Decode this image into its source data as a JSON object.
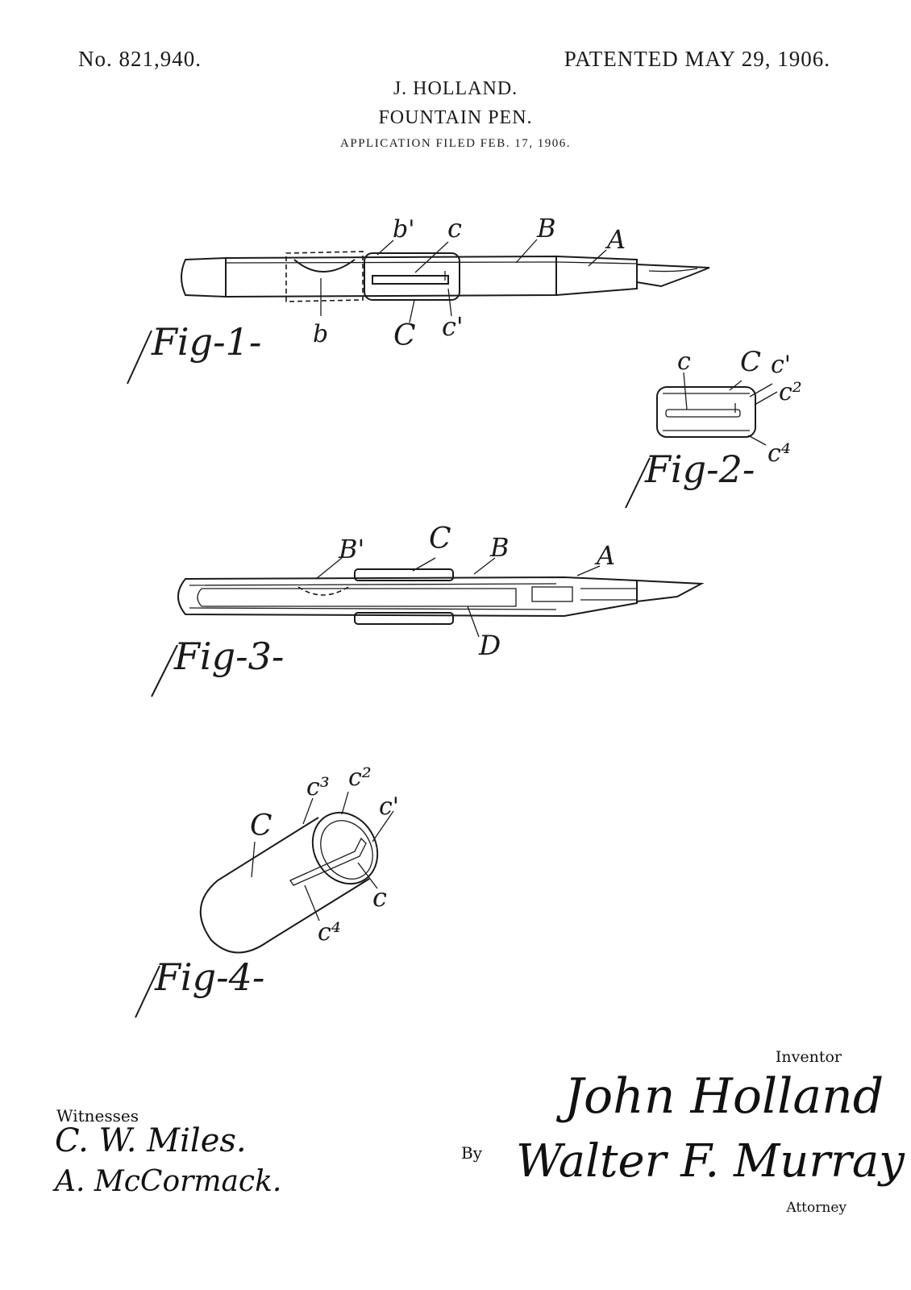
{
  "header": {
    "patent_number": "No. 821,940.",
    "patent_date": "PATENTED MAY 29, 1906.",
    "inventor": "J. HOLLAND.",
    "title": "FOUNTAIN PEN.",
    "filed": "APPLICATION FILED FEB. 17, 1906."
  },
  "figures": {
    "fig1": {
      "caption": "Fig-1-",
      "labels": {
        "b_prime": "b'",
        "c": "c",
        "B": "B",
        "A": "A",
        "b": "b",
        "C": "C",
        "c_prime": "c'"
      }
    },
    "fig2": {
      "caption": "Fig-2-",
      "labels": {
        "c": "c",
        "C": "C",
        "c_prime": "c'",
        "c2": "c²",
        "c4": "c⁴"
      }
    },
    "fig3": {
      "caption": "Fig-3-",
      "labels": {
        "B_prime": "B'",
        "C": "C",
        "B": "B",
        "A": "A",
        "D": "D"
      }
    },
    "fig4": {
      "caption": "Fig-4-",
      "labels": {
        "C": "C",
        "c3": "c³",
        "c2": "c²",
        "c_prime": "c'",
        "c": "c",
        "c4": "c⁴"
      }
    }
  },
  "signatures": {
    "inventor_label": "Inventor",
    "inventor_name": "John Holland",
    "witnesses_label": "Witnesses",
    "witness_1": "C. W. Miles.",
    "witness_2": "A. McCormack.",
    "by_label": "By",
    "attorney_name": "Walter F. Murray",
    "attorney_label": "Attorney"
  }
}
